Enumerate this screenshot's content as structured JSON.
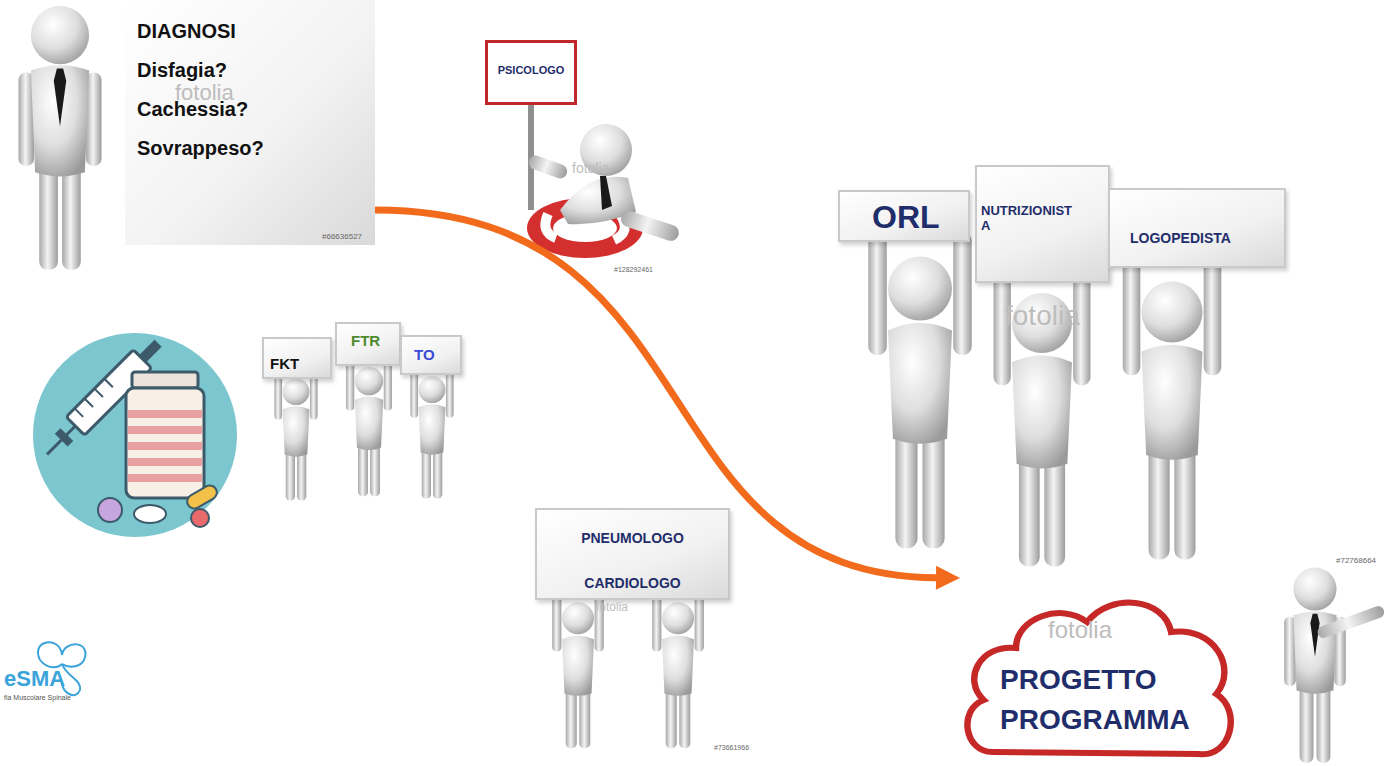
{
  "diagram": {
    "nodes": [
      {
        "text": [
          "DIAGNOSI",
          "Disfagia? Cachessia? Sovrappeso?"
        ]
      },
      {
        "text": [
          "PSICOLOGO"
        ]
      },
      {
        "text": [
          "ORL"
        ]
      },
      {
        "text": [
          "NUTRIZIONIST A"
        ]
      },
      {
        "text": [
          "LOGOPEDISTA"
        ]
      },
      {
        "text": [
          "FKT"
        ]
      },
      {
        "text": [
          "FTR"
        ]
      },
      {
        "text": [
          "TO"
        ]
      },
      {
        "text": [
          "PNEUMOLOGO",
          "CARDIOLOGO"
        ]
      },
      {
        "text": [
          "PROGETTO",
          "PROGRAMMA"
        ]
      }
    ],
    "edges": [
      {
        "from": 0,
        "to": 9,
        "arrow": "to"
      }
    ],
    "labels": [
      "fotolia",
      "#66636527",
      "fotolia",
      "#128292461",
      "fotolia",
      "#72768664",
      "fotolia",
      "#73661966",
      "fotolia",
      "eSMA",
      "fia Muscolare Spinale"
    ]
  }
}
